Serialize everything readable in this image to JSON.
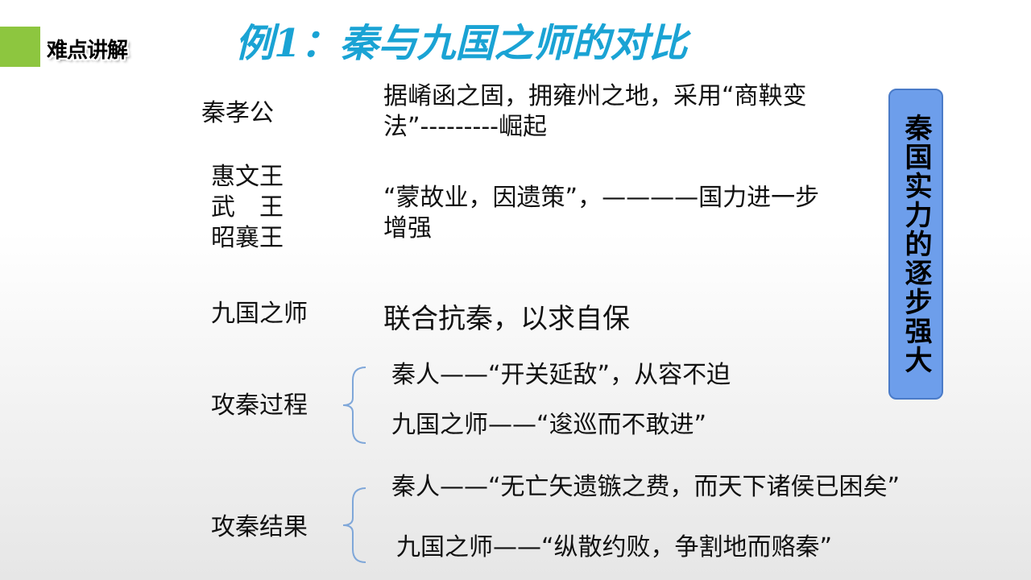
{
  "header": {
    "badge": "难点讲解",
    "title": "例1：秦与九国之师的对比"
  },
  "rows": {
    "qin_xiaogong": {
      "label": "秦孝公",
      "text": "据崤函之固，拥雍州之地，采用“商鞅变法”---------崛起"
    },
    "three_kings": {
      "label_lines": [
        "惠文王",
        "武　王",
        "昭襄王"
      ],
      "text": "“蒙故业，因遗策”，————国力进一步增强"
    },
    "nine_states": {
      "label": "九国之师",
      "text": "联合抗秦，以求自保"
    },
    "attack_process": {
      "label": "攻秦过程",
      "items": [
        "秦人——“开关延敌”，从容不迫",
        "九国之师——“逡巡而不敢进”"
      ]
    },
    "attack_result": {
      "label": "攻秦结果",
      "items": [
        "秦人——“无亡矢遗镞之费，而天下诸侯已困矣”",
        "九国之师——“纵散约败，争割地而赂秦”"
      ]
    }
  },
  "side_box": {
    "text": "秦国实力的逐步强大"
  },
  "colors": {
    "accent_green": "#8dc63f",
    "title_blue": "#1aa3d4",
    "box_blue": "#6d9eeb",
    "brace_blue": "#7fa7d9"
  }
}
